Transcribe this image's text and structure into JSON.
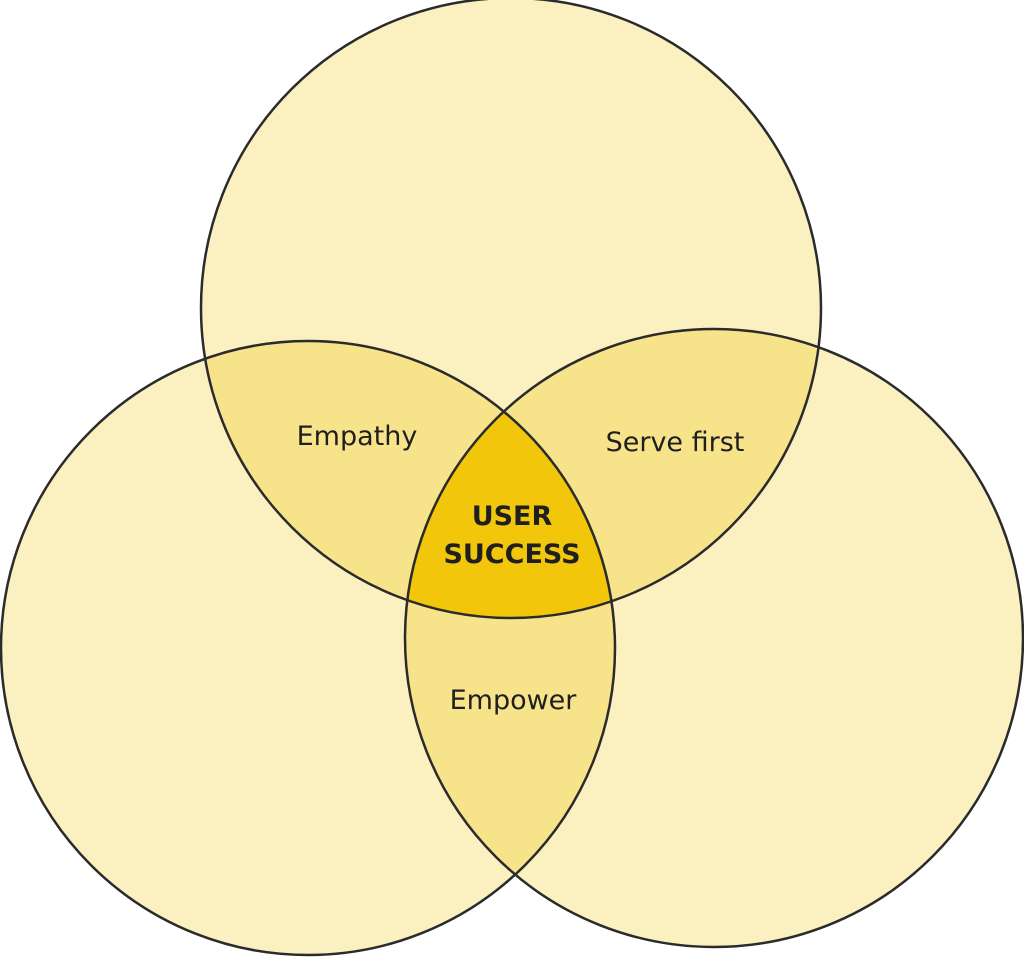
{
  "diagram": {
    "type": "venn",
    "sets": 3,
    "colors": {
      "single": "#FBF0BF",
      "pair": "#F7E38A",
      "center": "#F1C60B",
      "outline": "#2b2b2b"
    },
    "intersections": {
      "top_left": "Empathy",
      "top_right": "Serve first",
      "bottom": "Empower"
    },
    "center": {
      "line1": "USER",
      "line2": "SUCCESS"
    }
  }
}
